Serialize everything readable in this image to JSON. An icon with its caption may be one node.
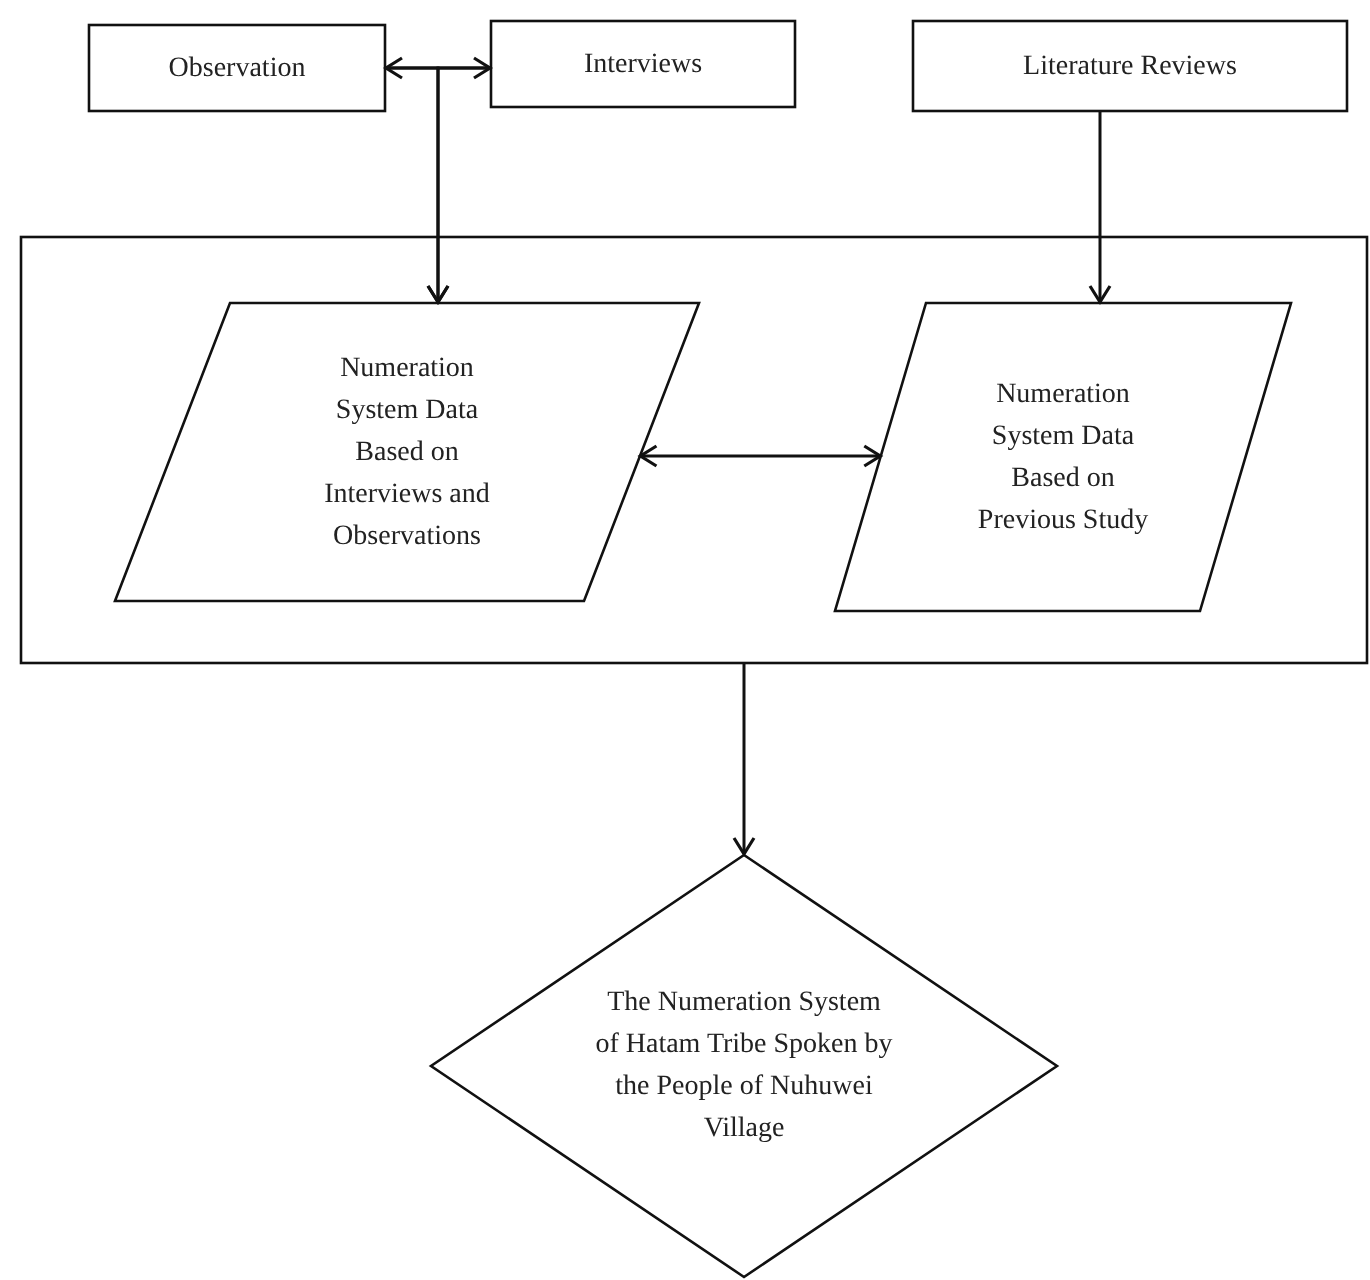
{
  "diagram": {
    "nodes": [
      {
        "text": [
          "Observation"
        ]
      },
      {
        "text": [
          "Interviews"
        ]
      },
      {
        "text": [
          "Literature Reviews"
        ]
      },
      {
        "text": [],
        "shape": "box"
      },
      {
        "text": [
          "Numeration System Data Based on Interviews and Observations"
        ],
        "in": 3
      },
      {
        "text": [
          "Numeration System Data Based on Previous Study"
        ],
        "in": 3
      },
      {
        "text": [
          "The Numeration System of Hatam Tribe Spoken by the People of Nuhuwei Village"
        ]
      }
    ],
    "edges": [
      {
        "from": 0,
        "to": 1,
        "arrow": "both"
      },
      {
        "from": 0,
        "to": 4,
        "arrow": "to"
      },
      {
        "from": 1,
        "to": 4,
        "arrow": "to"
      },
      {
        "from": 2,
        "to": 5,
        "arrow": "to"
      },
      {
        "from": 4,
        "to": 5,
        "arrow": "both"
      },
      {
        "from": 3,
        "to": 6,
        "arrow": "to"
      }
    ]
  }
}
